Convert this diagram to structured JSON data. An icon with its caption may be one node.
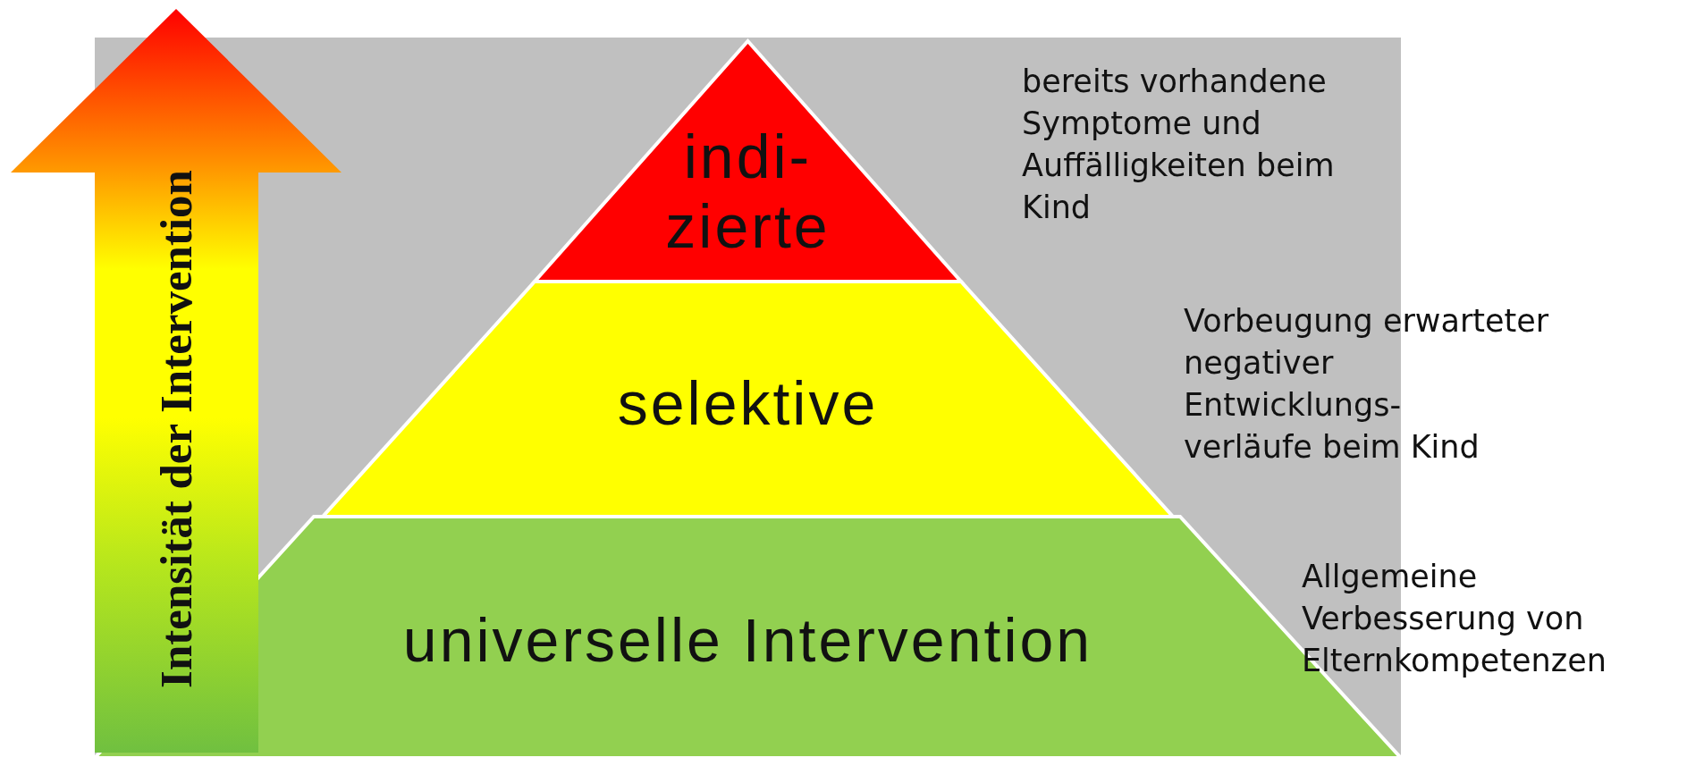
{
  "diagram": {
    "nodes": [
      {
        "text": [
          "Intensität der Intervention"
        ]
      },
      {
        "text": [
          "indi- zierte"
        ],
        "beside": [
          "bereits vorhandene Symptome und Auffälligkeiten beim Kind"
        ]
      },
      {
        "text": [
          "selektive"
        ],
        "beside": [
          "Vorbeugung erwarteter negativer Entwicklungs- verläufe beim Kind"
        ]
      },
      {
        "text": [
          "universelle Intervention"
        ],
        "beside": [
          "Allgemeine Verbesserung von Elternkompetenzen"
        ]
      }
    ]
  }
}
